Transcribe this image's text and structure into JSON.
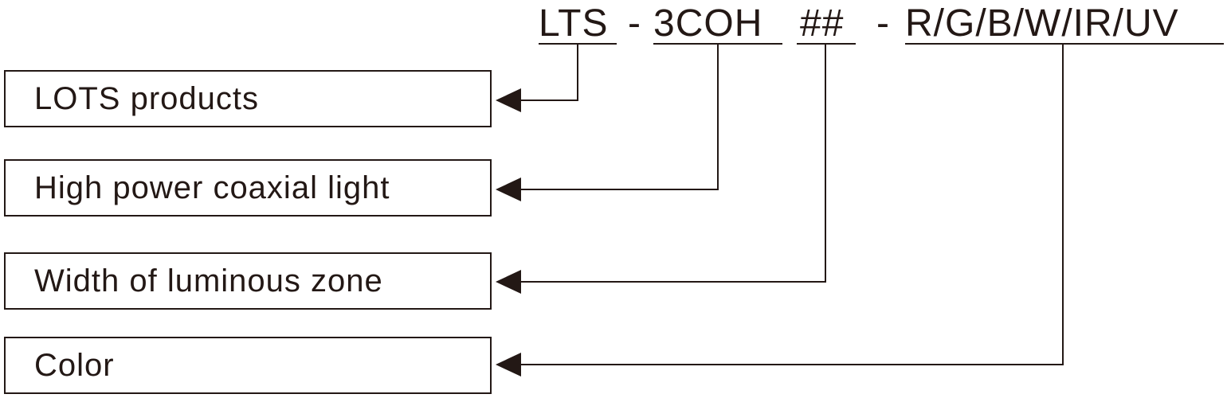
{
  "code": {
    "parts": [
      "LTS",
      "3COH",
      "##",
      "R/G/B/W/IR/UV"
    ],
    "separator": "-"
  },
  "labels": [
    "LOTS products",
    "High power coaxial light",
    "Width of luminous zone",
    "Color"
  ],
  "colors": {
    "ink": "#231815"
  }
}
